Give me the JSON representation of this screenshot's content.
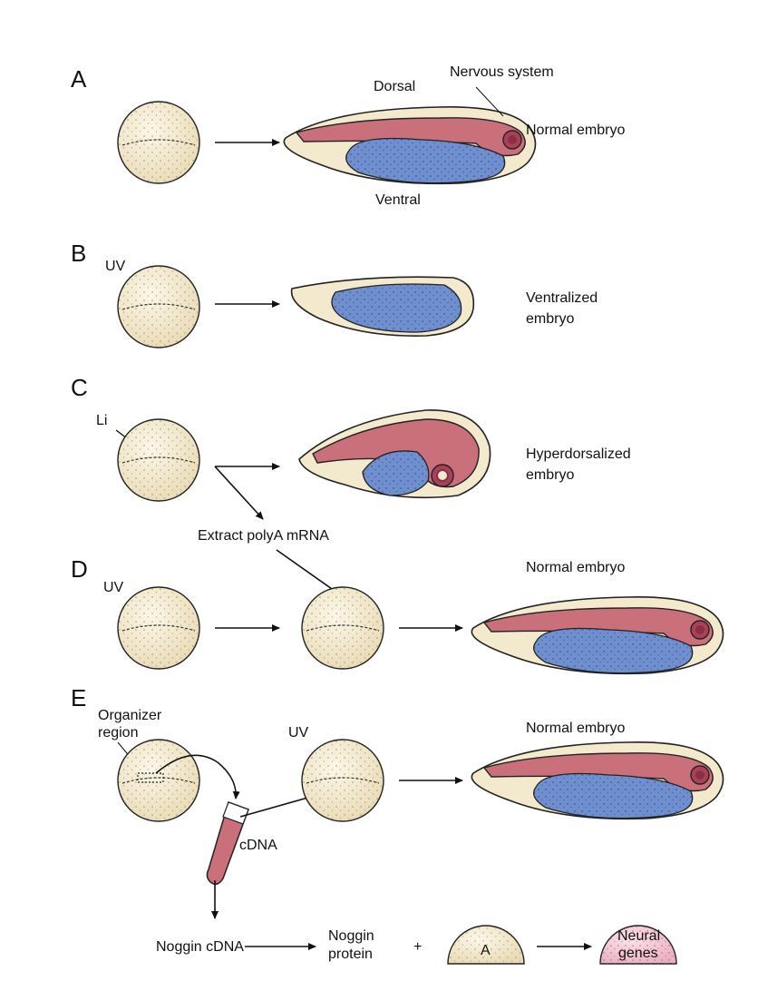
{
  "panels": {
    "a": {
      "letter": "A",
      "dorsal": "Dorsal",
      "ventral": "Ventral",
      "nervous": "Nervous system",
      "result": "Normal embryo"
    },
    "b": {
      "letter": "B",
      "treatment": "UV",
      "result_line1": "Ventralized",
      "result_line2": "embryo"
    },
    "c": {
      "letter": "C",
      "treatment": "Li",
      "result_line1": "Hyperdorsalized",
      "result_line2": "embryo",
      "extract": "Extract polyA mRNA"
    },
    "d": {
      "letter": "D",
      "treatment": "UV",
      "result": "Normal embryo"
    },
    "e": {
      "letter": "E",
      "organizer_line1": "Organizer",
      "organizer_line2": "region",
      "treatment": "UV",
      "result": "Normal embryo",
      "cdna": "cDNA"
    }
  },
  "bottom": {
    "noggin_cdna": "Noggin cDNA",
    "noggin_protein_line1": "Noggin",
    "noggin_protein_line2": "protein",
    "plus": "+",
    "cap": "A",
    "neural_line1": "Neural",
    "neural_line2": "genes"
  },
  "colors": {
    "yolk": "#f3e9cc",
    "nervous": "#c9707a",
    "ventral": "#6f8fcf",
    "outline": "#222222"
  }
}
